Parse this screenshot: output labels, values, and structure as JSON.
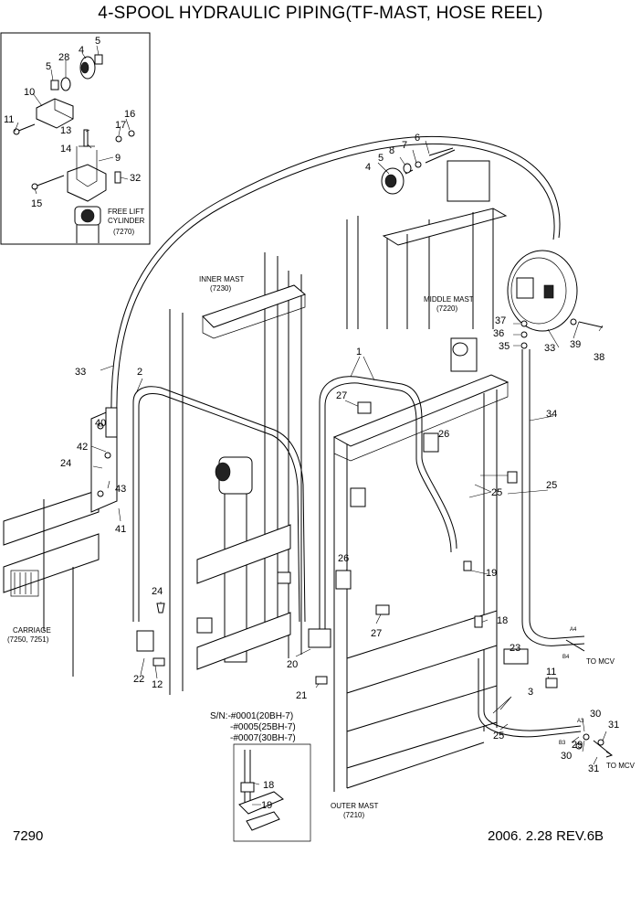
{
  "title": "4-SPOOL HYDRAULIC PIPING(TF-MAST, HOSE REEL)",
  "page_number": "7290",
  "date_rev": "2006. 2.28  REV.6B",
  "assembly_labels": {
    "free_lift_1": "FREE LIFT",
    "free_lift_2": "CYLINDER",
    "free_lift_3": "(7270)",
    "inner_mast_1": "INNER MAST",
    "inner_mast_2": "(7230)",
    "middle_mast_1": "MIDDLE MAST",
    "middle_mast_2": "(7220)",
    "outer_mast_1": "OUTER MAST",
    "outer_mast_2": "(7210)",
    "carriage_1": "CARRIAGE",
    "carriage_2": "(7250, 7251)",
    "to_mcv_1": "TO MCV",
    "to_mcv_2": "TO MCV",
    "port_a4": "A4",
    "port_b4": "B4",
    "port_a3": "A3",
    "port_b3": "B3"
  },
  "serial_note": {
    "line1": "S/N:-#0001(20BH-7)",
    "line2": "-#0005(25BH-7)",
    "line3": "-#0007(30BH-7)"
  },
  "callouts": {
    "c1": "1",
    "c2": "2",
    "c3": "3",
    "c4a": "4",
    "c4b": "4",
    "c5a": "5",
    "c5b": "5",
    "c5c": "5",
    "c6": "6",
    "c7": "7",
    "c8": "8",
    "c9": "9",
    "c10": "10",
    "c11a": "11",
    "c11b": "11",
    "c12": "12",
    "c13": "13",
    "c14": "14",
    "c15": "15",
    "c16": "16",
    "c17": "17",
    "c18a": "18",
    "c18b": "18",
    "c19a": "19",
    "c19b": "19",
    "c20": "20",
    "c21": "21",
    "c22": "22",
    "c23": "23",
    "c24a": "24",
    "c24b": "24",
    "c25a": "25",
    "c25b": "25",
    "c25c": "25",
    "c26a": "26",
    "c26b": "26",
    "c27a": "27",
    "c27b": "27",
    "c28": "28",
    "c29": "29",
    "c30a": "30",
    "c30b": "30",
    "c31a": "31",
    "c31b": "31",
    "c32": "32",
    "c33a": "33",
    "c33b": "33",
    "c34": "34",
    "c35": "35",
    "c36": "36",
    "c37": "37",
    "c38": "38",
    "c39": "39",
    "c40": "40",
    "c41": "41",
    "c42": "42",
    "c43": "43"
  }
}
